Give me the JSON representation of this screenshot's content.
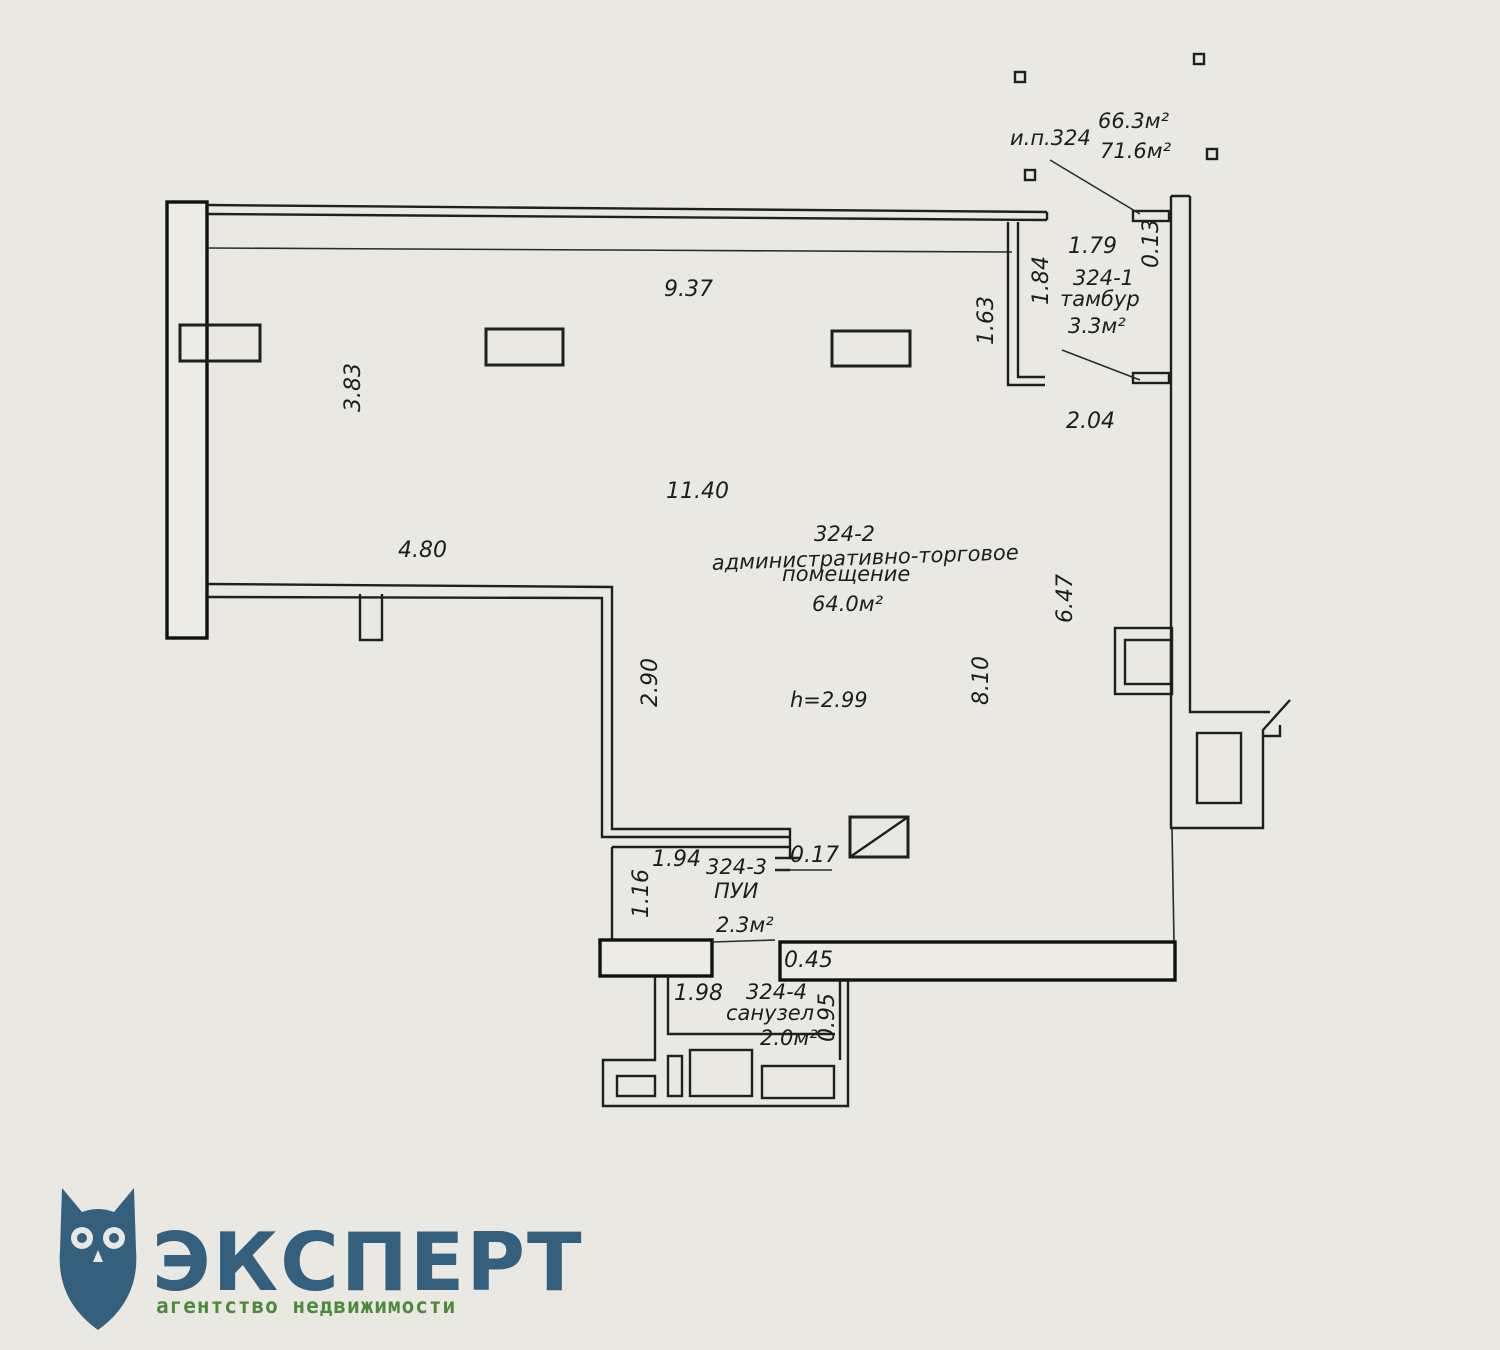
{
  "header": {
    "unit_label": "и.п.324",
    "area_total_1": "66.3м²",
    "area_total_2": "71.6м²"
  },
  "rooms": {
    "vestibule": {
      "id": "324-1",
      "name": "тамбур",
      "area": "3.3м²"
    },
    "main": {
      "id": "324-2",
      "name_line1": "административно-торговое",
      "name_line2": "помещение",
      "area": "64.0м²",
      "height": "h=2.99"
    },
    "utility": {
      "id": "324-3",
      "name": "ПУИ",
      "area": "2.3м²"
    },
    "bathroom": {
      "id": "324-4",
      "name": "санузел",
      "area": "2.0м²"
    }
  },
  "dimensions": {
    "top_width": "9.37",
    "left_upper": "3.83",
    "middle_width": "11.40",
    "left_width": "4.80",
    "inner_vertical": "2.90",
    "right_vertical": "6.47",
    "center_vertical": "8.10",
    "vestibule_width": "1.79",
    "vestibule_height": "1.84",
    "vestibule_side": "1.63",
    "vestibule_wall": "0.13",
    "vestibule_bottom": "2.04",
    "utility_width": "1.94",
    "utility_height": "1.16",
    "utility_offset": "0.17",
    "wall_gap": "0.45",
    "bathroom_width": "1.98",
    "bathroom_height": "0.95"
  },
  "logo": {
    "brand": "ЭКСПЕРТ",
    "tagline": "агентство недвижимости",
    "brand_color": "#345f7d",
    "tagline_color": "#4c8a3a",
    "icon": "owl-icon"
  }
}
